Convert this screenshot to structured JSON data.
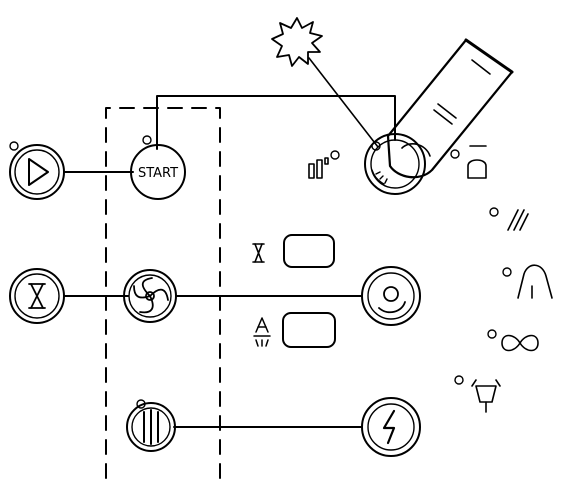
{
  "panel": {
    "start_button": {
      "label": "START"
    }
  },
  "icons": {
    "play": "play-triangle",
    "timer": "hourglass",
    "spin": "spin-rotor",
    "door": "door-lock-bars",
    "temperature": "temperature-dial",
    "rinse": "rinse-spray",
    "power": "lightning",
    "burst": "sunburst",
    "program_dial": "program-selector-knob",
    "prewash": "prewash",
    "extra_rinse": "extra-rinse",
    "infinity": "infinity",
    "tub": "tub-drain"
  }
}
